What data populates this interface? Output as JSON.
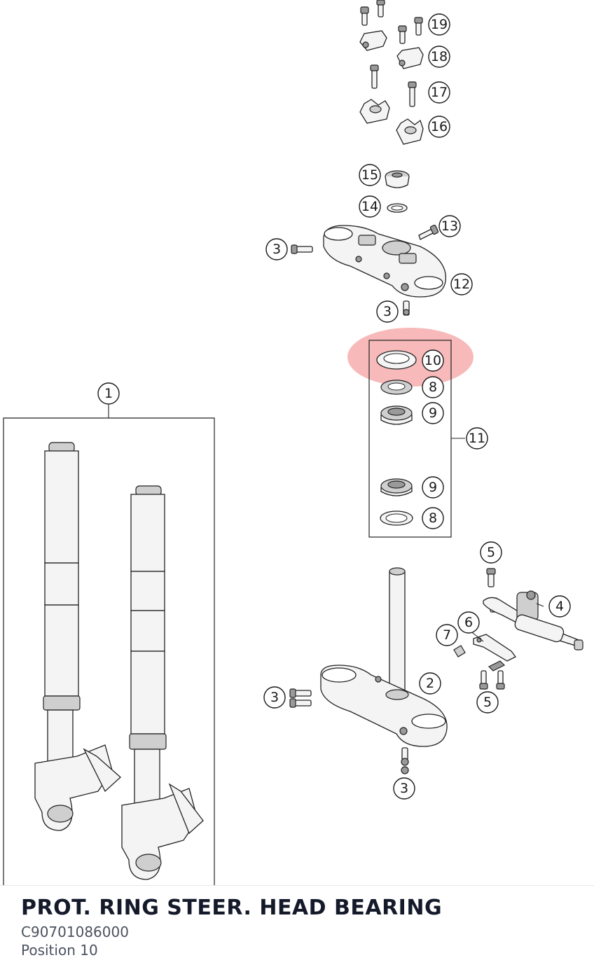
{
  "part": {
    "title": "PROT. RING STEER. HEAD BEARING",
    "number": "C90701086000",
    "position": "Position 10"
  },
  "highlight": {
    "color": "#f08080",
    "target_callout": "10"
  },
  "callouts": {
    "c1": "1",
    "c2": "2",
    "c3a": "3",
    "c3b": "3",
    "c3c": "3",
    "c3d": "3",
    "c4": "4",
    "c5a": "5",
    "c5b": "5",
    "c6": "6",
    "c7": "7",
    "c8a": "8",
    "c8b": "8",
    "c9a": "9",
    "c9b": "9",
    "c10": "10",
    "c11": "11",
    "c12": "12",
    "c13": "13",
    "c14": "14",
    "c15": "15",
    "c16": "16",
    "c17": "17",
    "c18": "18",
    "c19": "19"
  }
}
